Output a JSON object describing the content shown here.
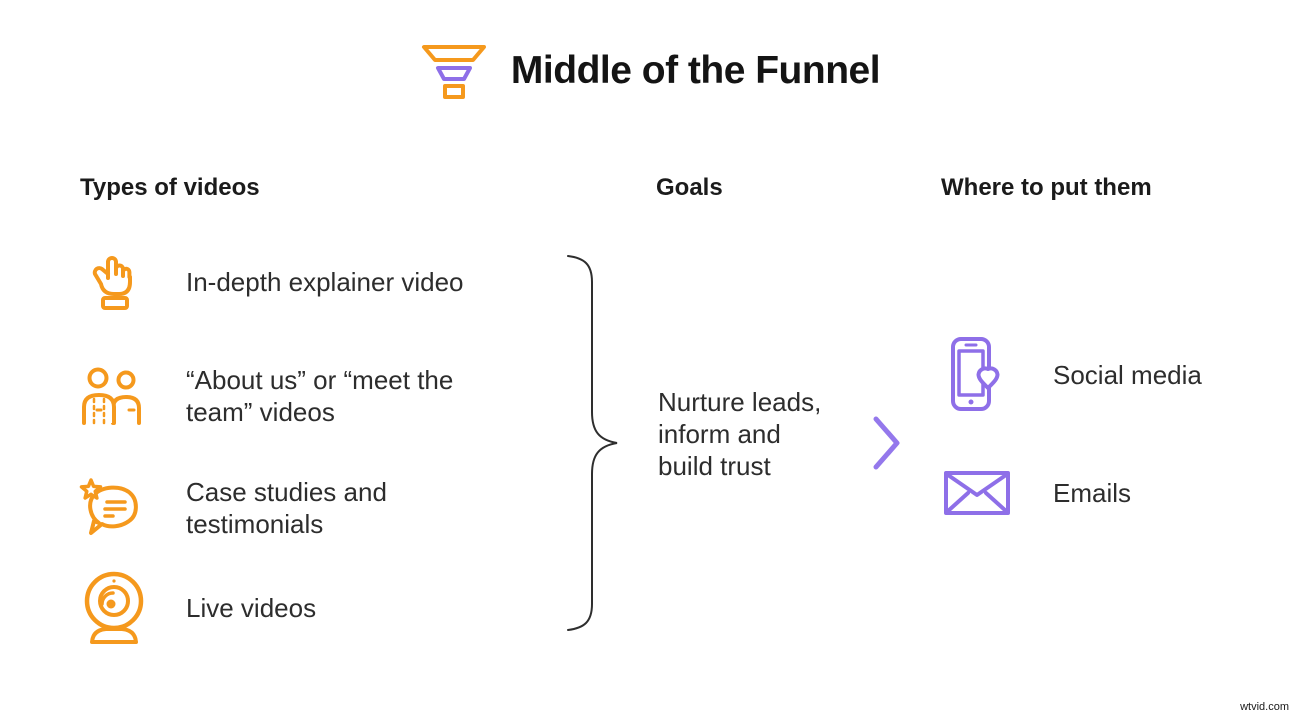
{
  "page": {
    "watermark": "wtvid.com",
    "background": "#ffffff"
  },
  "colors": {
    "orange": "#F5991D",
    "purple": "#8E6FE8",
    "chevron_purple": "#9478EC",
    "heading_text": "#1b1b1b",
    "body_text": "#2d2d2d",
    "brace": "#2e2e2e"
  },
  "header": {
    "title": "Middle of the Funnel",
    "icon": "funnel-icon"
  },
  "columns": {
    "types_of_videos": {
      "header": "Types of videos",
      "items": [
        {
          "icon": "pointing-hand-icon",
          "label": "In-depth explainer video"
        },
        {
          "icon": "team-people-icon",
          "label": "“About us” or “meet the team” videos"
        },
        {
          "icon": "testimonial-chat-icon",
          "label": "Case studies and testimonials"
        },
        {
          "icon": "webcam-icon",
          "label": "Live videos"
        }
      ]
    },
    "goals": {
      "header": "Goals",
      "lines": [
        "Nurture leads,",
        "inform and",
        "build trust"
      ]
    },
    "where_to_put_them": {
      "header": "Where to put them",
      "items": [
        {
          "icon": "phone-heart-icon",
          "label": "Social media"
        },
        {
          "icon": "envelope-icon",
          "label": "Emails"
        }
      ]
    }
  }
}
